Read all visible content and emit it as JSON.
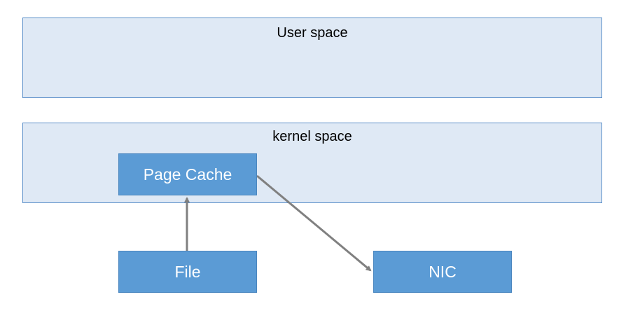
{
  "regions": {
    "user_space": {
      "label": "User space"
    },
    "kernel_space": {
      "label": "kernel space"
    }
  },
  "nodes": {
    "page_cache": {
      "label": "Page Cache"
    },
    "file": {
      "label": "File"
    },
    "nic": {
      "label": "NIC"
    }
  },
  "edges": [
    {
      "from": "file",
      "to": "page_cache"
    },
    {
      "from": "page_cache",
      "to": "nic"
    }
  ],
  "colors": {
    "region_fill": "#dfe9f5",
    "region_border": "#5b8fc9",
    "node_fill": "#5b9bd5",
    "node_text": "#ffffff",
    "arrow": "#808080"
  }
}
